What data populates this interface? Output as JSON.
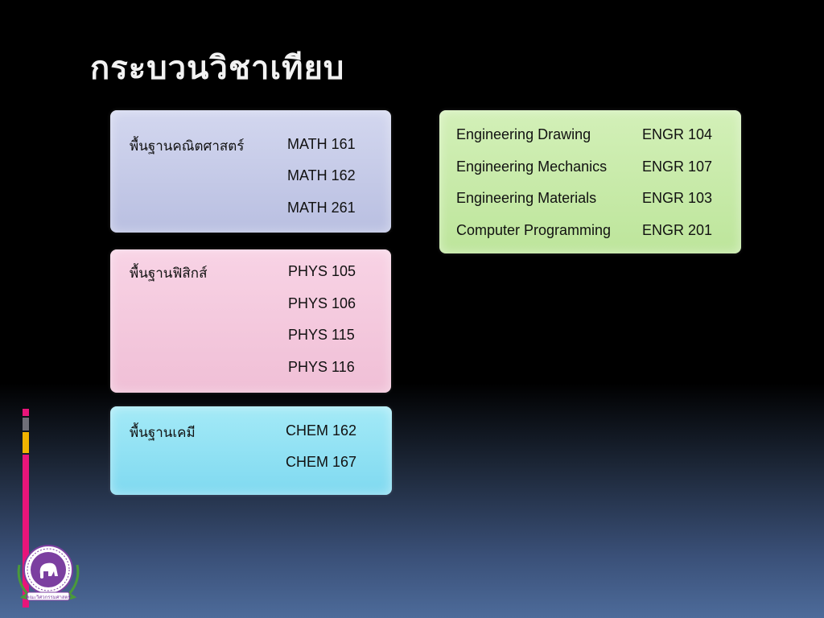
{
  "slide": {
    "title": "กระบวนวิชาเทียบ"
  },
  "groups": [
    {
      "label": "พื้นฐานคณิตศาสตร์",
      "courses": [
        "MATH 161",
        "MATH 162",
        "MATH 261"
      ]
    },
    {
      "label": "พื้นฐานฟิสิกส์",
      "courses": [
        "PHYS 105",
        "PHYS 106",
        "PHYS 115",
        "PHYS 116"
      ]
    },
    {
      "label": "พื้นฐานเคมี",
      "courses": [
        "CHEM 162",
        "CHEM 167"
      ]
    }
  ],
  "engineering": [
    {
      "name": "Engineering Drawing",
      "code": "ENGR 104"
    },
    {
      "name": "Engineering Mechanics",
      "code": "ENGR 107"
    },
    {
      "name": "Engineering Materials",
      "code": "ENGR 103"
    },
    {
      "name": "Computer Programming",
      "code": "ENGR 201"
    }
  ],
  "colors": {
    "math_box": "#c5cae8",
    "phys_box": "#f5c8dc",
    "chem_box": "#8fe0f3",
    "engr_box": "#c8eaa8",
    "accent_pink": "#e8157a",
    "accent_gray": "#6f6f78",
    "accent_yellow": "#f1b400",
    "seal_purple": "#7b3fa0"
  },
  "logo": {
    "icon": "elephant-seal-icon",
    "text": "คณะวิศวกรรมศาสตร์"
  }
}
